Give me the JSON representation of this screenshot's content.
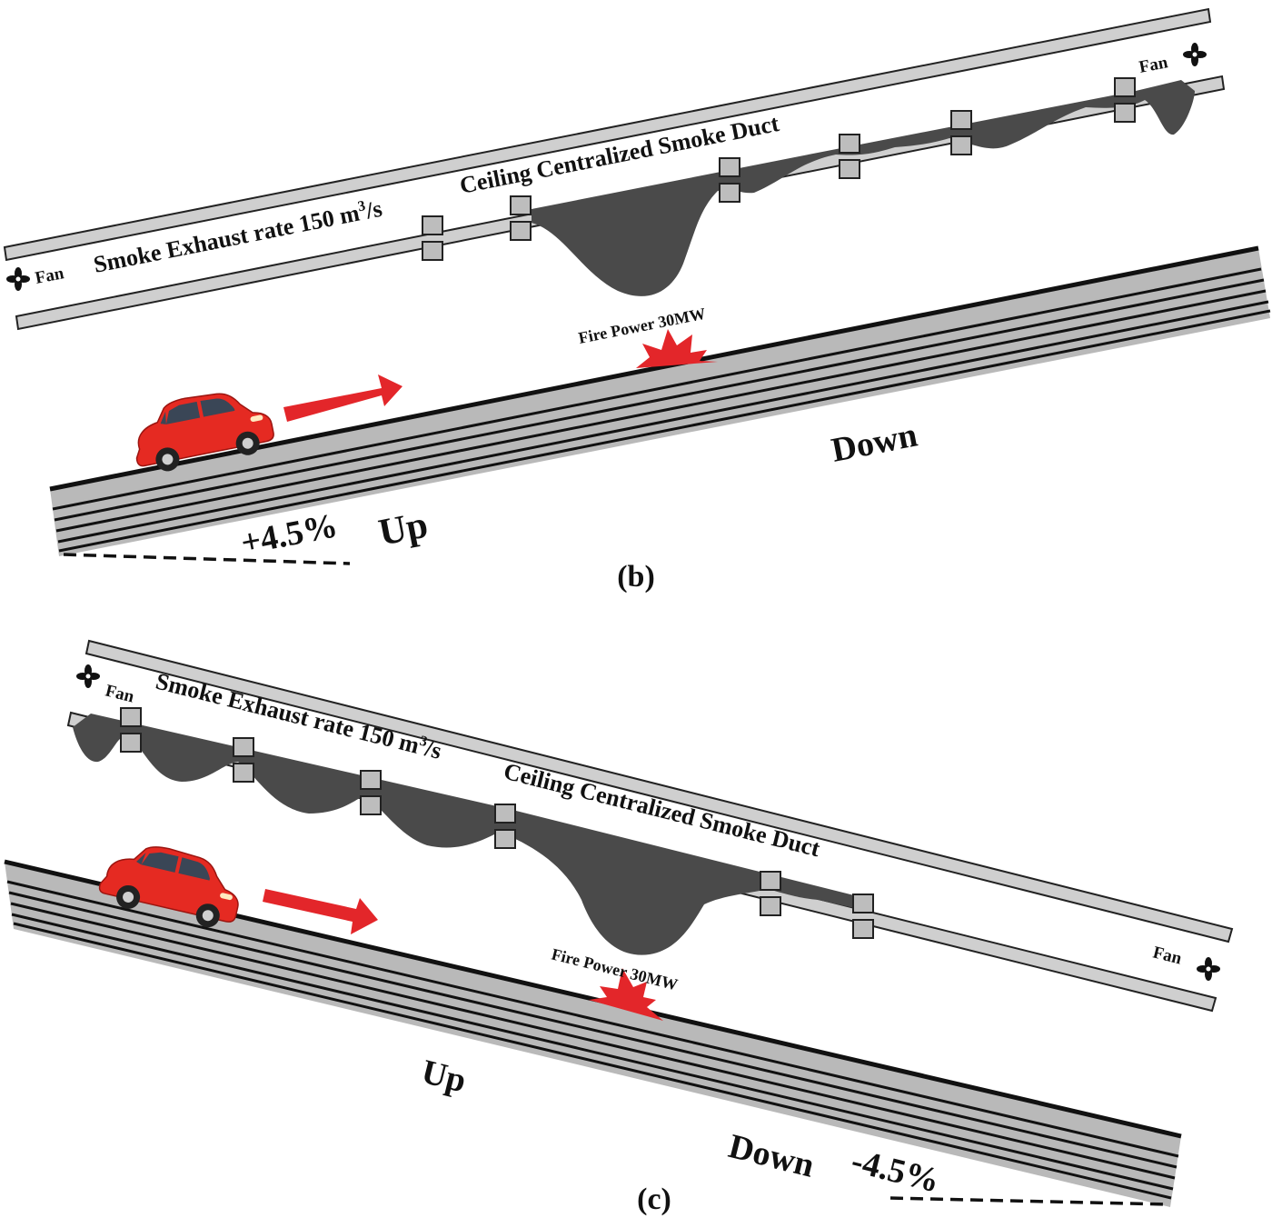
{
  "panel_b": {
    "fan_left": "Fan",
    "fan_right": "Fan",
    "exhaust_prefix": "Smoke Exhaust rate 150 m",
    "exhaust_sup": "3",
    "exhaust_suffix": "/s",
    "duct_label": "Ceiling Centralized Smoke Duct",
    "fire_label": "Fire Power 30MW",
    "down_label": "Down",
    "slope_label": "+4.5%",
    "up_label": "Up",
    "caption": "(b)"
  },
  "panel_c": {
    "fan_left": "Fan",
    "fan_right": "Fan",
    "exhaust_prefix": "Smoke Exhaust rate 150 m",
    "exhaust_sup": "3",
    "exhaust_suffix": "/s",
    "duct_label": "Ceiling Centralized Smoke Duct",
    "fire_label": "Fire Power 30MW",
    "up_label": "Up",
    "down_label": "Down",
    "slope_label": "-4.5%",
    "caption": "(c)"
  },
  "colors": {
    "road_gray": "#b9b9b9",
    "smoke": "#4a4a4a",
    "fire": "#e3262a",
    "arrow": "#e3262a",
    "car_body": "#e52a22",
    "duct_plate": "#cfcfcf"
  },
  "icons": [
    "fan-icon",
    "car-icon",
    "fire-icon",
    "arrow-icon"
  ]
}
